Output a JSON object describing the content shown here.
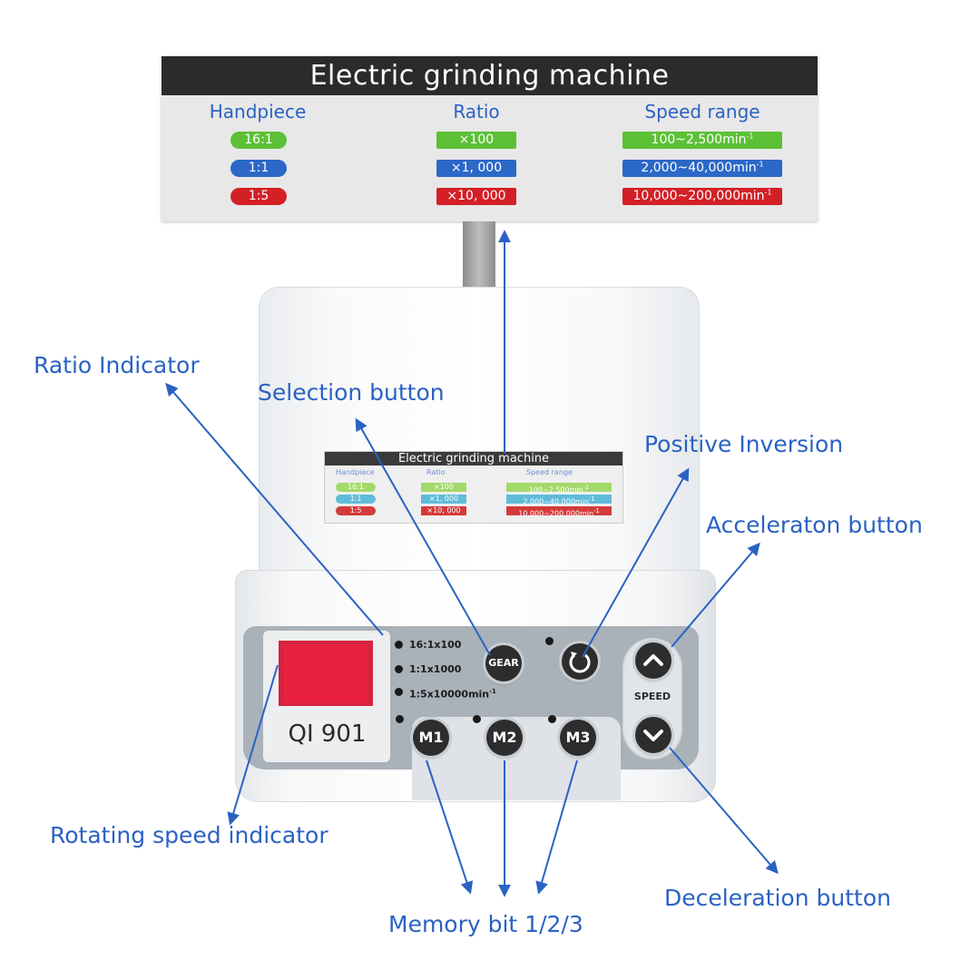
{
  "spec_card": {
    "title": "Electric grinding machine",
    "headers": [
      "Handpiece",
      "Ratio",
      "Speed range"
    ],
    "rows": [
      {
        "handpiece": "16:1",
        "ratio": "×100",
        "speed": "100~2,500min",
        "color": "#5cc036"
      },
      {
        "handpiece": "1:1",
        "ratio": "×1, 000",
        "speed": "2,000~40,000min",
        "color": "#2b68c8"
      },
      {
        "handpiece": "1:5",
        "ratio": "×10, 000",
        "speed": "10,000~200,000min",
        "color": "#d32027"
      }
    ],
    "speed_unit_superscript": "-1"
  },
  "device": {
    "mini_label": {
      "title": "Electric grinding machine",
      "headers": [
        "Handpiece",
        "Ratio",
        "Speed range"
      ],
      "rows": [
        {
          "handpiece": "16:1",
          "ratio": "×100",
          "speed": "100~2,500min",
          "color": "#a3d96a"
        },
        {
          "handpiece": "1:1",
          "ratio": "×1, 000",
          "speed": "2,000~40,000min",
          "color": "#5fbcd9"
        },
        {
          "handpiece": "1:5",
          "ratio": "×10, 000",
          "speed": "10,000~200,000min",
          "color": "#d43a3a"
        }
      ],
      "speed_unit_superscript": "-1"
    },
    "model": "QI  901",
    "indicators": [
      {
        "label": "16:1x100"
      },
      {
        "label": "1:1x1000"
      },
      {
        "label": "1:5x10000min",
        "superscript": "-1"
      }
    ],
    "gear_label": "GEAR",
    "memory_buttons": [
      "M1",
      "M2",
      "M3"
    ],
    "speed_label": "SPEED",
    "colors": {
      "display": "#e8213e",
      "panel": "#a9b1b9"
    }
  },
  "callouts": {
    "ratio_indicator": "Ratio Indicator",
    "selection_button": "Selection button",
    "positive_inversion": "Positive Inversion",
    "acceleration_button": "Acceleraton button",
    "rotating_speed_indicator": "Rotating speed indicator",
    "deceleration_button": "Deceleration button",
    "memory_bit": "Memory bit 1/2/3"
  }
}
